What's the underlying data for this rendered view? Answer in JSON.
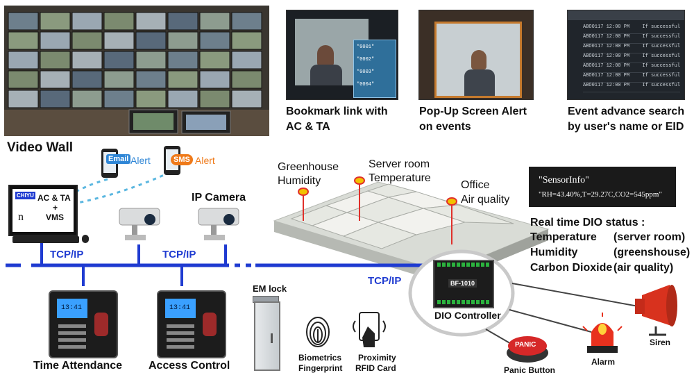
{
  "colors": {
    "network": "#1f3bd1",
    "text": "#111111",
    "alert_blue": "#2f86d6",
    "alert_orange": "#ef7a1a",
    "pin": "#f2c200",
    "pin_line": "#e0302b",
    "device_body": "#1c1c1c",
    "device_screen": "#3aa0ff",
    "panic": "#d62828",
    "dashed_link": "#5bb7e0"
  },
  "header": {
    "video_wall_label": "Video Wall",
    "bookmark_caption_1": "Bookmark link with",
    "bookmark_caption_2": "AC & TA",
    "popup_caption_1": "Pop-Up Screen Alert",
    "popup_caption_2": "on events",
    "search_caption_1": "Event advance search",
    "search_caption_2": "by user's name or EID"
  },
  "alerts": {
    "email_badge": "Email",
    "email_word": "Alert",
    "sms_badge": "SMS",
    "sms_word": "Alert"
  },
  "pc": {
    "line1": "AC & TA",
    "line2": "+",
    "line3": "VMS",
    "logo1": "CHIYU",
    "logo2": "n"
  },
  "network": {
    "tcp_label_1": "TCP/IP",
    "tcp_label_2": "TCP/IP",
    "tcp_label_3": "TCP/IP"
  },
  "camera": {
    "label": "IP Camera"
  },
  "building": {
    "pin1_line1": "Greenhouse",
    "pin1_line2": "Humidity",
    "pin2_line1": "Server room",
    "pin2_line2": "Temperature",
    "pin3_line1": "Office",
    "pin3_line2": "Air quality"
  },
  "sensor_box": {
    "line1": "\"SensorInfo\"",
    "line2": "\"RH=43.40%,T=29.27C,CO2=545ppm\""
  },
  "dio_status": {
    "title": "Real time DIO status :",
    "rows": [
      {
        "metric": "Temperature",
        "location": "(server room)"
      },
      {
        "metric": "Humidity",
        "location": "(greenshouse)"
      },
      {
        "metric": "Carbon Dioxide",
        "location": "(air quality)"
      }
    ]
  },
  "devices": {
    "time_attendance": "Time Attendance",
    "access_control": "Access Control",
    "em_lock": "EM lock",
    "biometrics_1": "Biometrics",
    "biometrics_2": "Fingerprint",
    "proximity_1": "Proximity",
    "proximity_2": "RFID Card",
    "dio_controller": "DIO Controller",
    "dio_model": "BF-1010",
    "panic_button": "Panic Button",
    "panic_text": "PANIC",
    "alarm": "Alarm",
    "siren": "Siren",
    "ta_display": "13:41",
    "ac_display": "13:41"
  },
  "screens": {
    "bookmark_list": [
      "\"0001\"",
      "\"0002\"",
      "\"0003\"",
      "\"0004\""
    ],
    "search_rows": [
      {
        "id": "ABO0117 12:00 PM",
        "result": "If successful"
      },
      {
        "id": "ABO0117 12:00 PM",
        "result": "If successful"
      },
      {
        "id": "ABO0117 12:00 PM",
        "result": "If successful"
      },
      {
        "id": "ABO0117 12:00 PM",
        "result": "If successful"
      },
      {
        "id": "ABO0117 12:00 PM",
        "result": "If successful"
      },
      {
        "id": "ABO0117 12:00 PM",
        "result": "If successful"
      },
      {
        "id": "ABO0117 12:00 PM",
        "result": "If successful"
      }
    ]
  }
}
